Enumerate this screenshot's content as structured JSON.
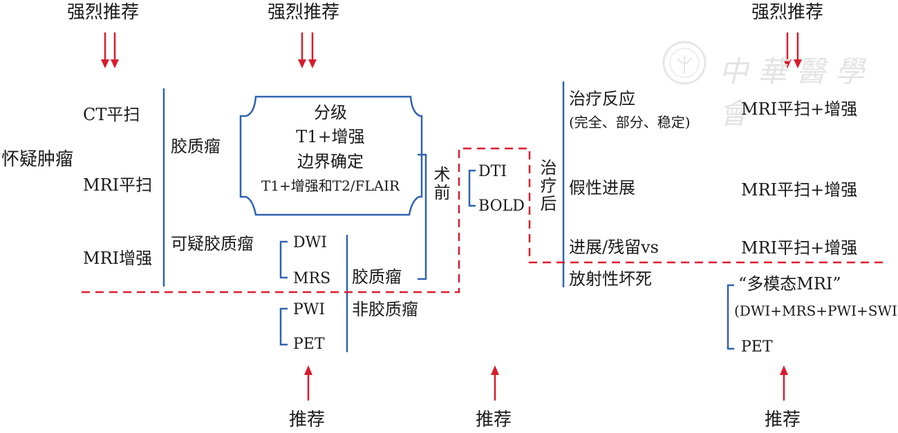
{
  "colors": {
    "blue_line": "#2f62b0",
    "red_dash": "#e0182d",
    "red_arrow": "#d81c2c",
    "text": "#1a1a1a",
    "watermark": "#e0e0e0"
  },
  "top_labels": {
    "left": "强烈推荐",
    "middle": "强烈推荐",
    "right": "强烈推荐"
  },
  "bottom_labels": {
    "left": "推荐",
    "middle": "推荐",
    "right": "推荐"
  },
  "watermark": {
    "text": "中華醫學會",
    "icon": "society-seal-icon"
  },
  "root": "怀疑肿瘤",
  "initial_exams": [
    "CT平扫",
    "MRI平扫",
    "MRI增强"
  ],
  "glioma_branch": {
    "label": "胶质瘤",
    "box_lines": [
      "分级",
      "T1+增强",
      "边界确定",
      "T1+增强和T2/FLAIR"
    ]
  },
  "suspected_glioma": {
    "label": "可疑胶质瘤",
    "group1": [
      "DWI",
      "MRS"
    ],
    "group2": [
      "PWI",
      "PET"
    ],
    "outcomes": [
      "胶质瘤",
      "非胶质瘤"
    ]
  },
  "preop": {
    "label": "术前",
    "items": [
      "DTI",
      "BOLD"
    ]
  },
  "posttreatment": {
    "label": "治疗后",
    "items": [
      {
        "title": "治疗反应",
        "subtitle": "(完全、部分、稳定)",
        "exam": "MRI平扫+增强"
      },
      {
        "title": "假性进展",
        "exam": "MRI平扫+增强"
      },
      {
        "title": "进展/残留vs",
        "exam": "MRI平扫+增强"
      },
      {
        "title": "放射性坏死"
      }
    ],
    "multimodal": {
      "title": "“多模态MRI”",
      "detail": "(DWI+MRS+PWI+SWI)",
      "pet": "PET"
    }
  }
}
